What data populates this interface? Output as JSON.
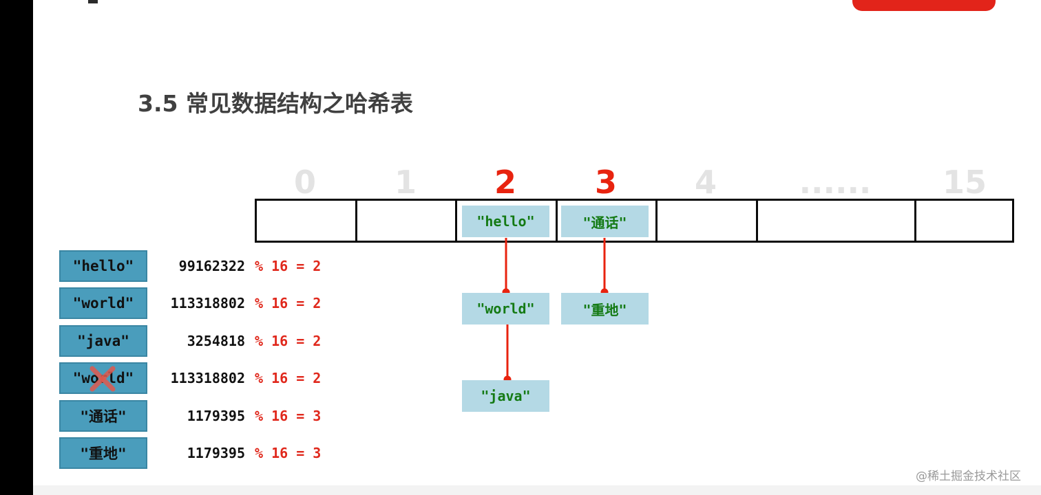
{
  "title": "3.5 常见数据结构之哈希表",
  "indices": [
    "0",
    "1",
    "2",
    "3",
    "4",
    "......",
    "15"
  ],
  "highlighted_indices": [
    "2",
    "3"
  ],
  "buckets": {
    "b2_head": "\"hello\"",
    "b2_next1": "\"world\"",
    "b2_next2": "\"java\"",
    "b3_head": "\"通话\"",
    "b3_next1": "\"重地\""
  },
  "list": [
    {
      "key": "\"hello\"",
      "hash": "99162322",
      "mod": "% 16 = 2"
    },
    {
      "key": "\"world\"",
      "hash": "113318802",
      "mod": "% 16 = 2"
    },
    {
      "key": "\"java\"",
      "hash": "3254818",
      "mod": "% 16 = 2"
    },
    {
      "key": "\"world\"",
      "hash": "113318802",
      "mod": "% 16 = 2",
      "rejected": true
    },
    {
      "key": "\"通话\"",
      "hash": "1179395",
      "mod": "% 16 = 3"
    },
    {
      "key": "\"重地\"",
      "hash": "1179395",
      "mod": "% 16 = 3"
    }
  ],
  "watermark": "@稀土掘金技术社区",
  "colors": {
    "accent_red": "#e8230f",
    "key_box": "#b4d9e5",
    "key_text": "#147a14",
    "list_box": "#4a9dbc",
    "dim_index": "#e3e3e3"
  }
}
